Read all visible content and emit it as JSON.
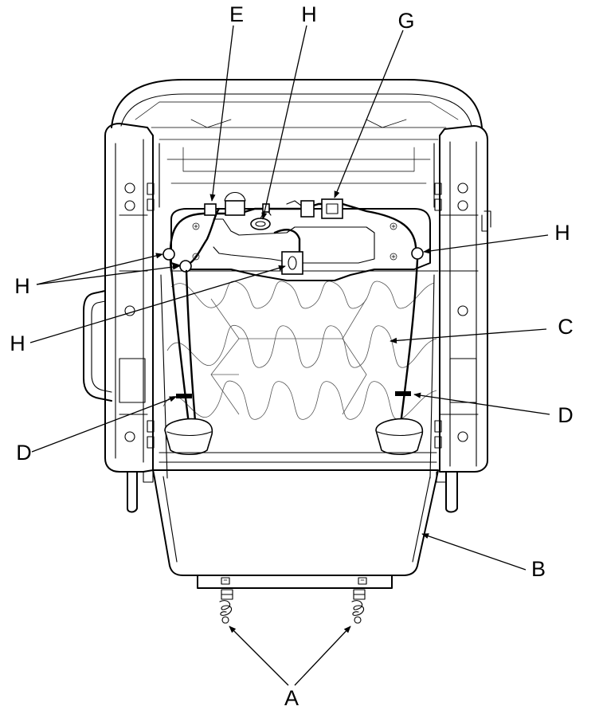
{
  "callouts": {
    "A": "A",
    "B": "B",
    "C": "C",
    "D_left": "D",
    "D_right": "D",
    "E": "E",
    "G": "G",
    "H_top": "H",
    "H_left": "H",
    "H_lower_left": "H",
    "H_right": "H"
  },
  "colors": {
    "ink": "#000000",
    "paper": "#ffffff"
  }
}
